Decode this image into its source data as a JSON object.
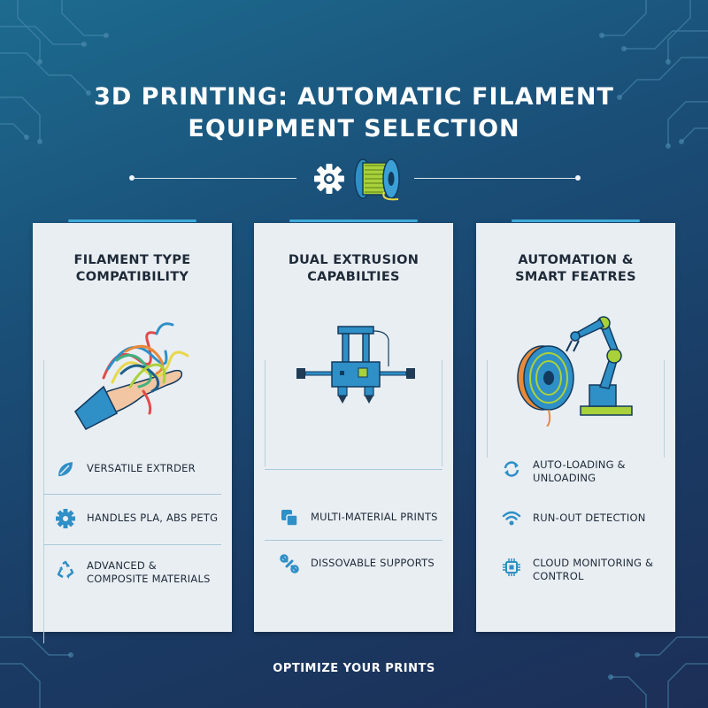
{
  "header": {
    "title_line1": "3D PRINTING: AUTOMATIC FILAMENT",
    "title_line2": "EQUIPMENT SELECTION",
    "gear_icon": "gear-icon",
    "spool_icon": "filament-spool-icon"
  },
  "colors": {
    "accent": "#3fa9d8",
    "card_bg": "#e9eef3",
    "text_dark": "#1e2a38",
    "icon_blue": "#2f8fc7",
    "lime": "#b5d334"
  },
  "cards": [
    {
      "title_line1": "FILAMENT TYPE",
      "title_line2": "COMPATIBILITY",
      "illustration": "hand-holding-filament",
      "features": [
        {
          "icon": "leaf-icon",
          "text": "VERSATILE EXTRDER"
        },
        {
          "icon": "gear-icon",
          "text": "HANDLES PLA, ABS PETG"
        },
        {
          "icon": "recycle-icon",
          "text": "ADVANCED & COMPOSITE MATERIALS"
        }
      ]
    },
    {
      "title_line1": "DUAL EXTRUSION",
      "title_line2": "CAPABILTIES",
      "illustration": "dual-extruder",
      "features": [
        {
          "icon": "layers-icon",
          "text": "MULTI-MATERIAL PRINTS"
        },
        {
          "icon": "wrench-icon",
          "text": "DISSOVABLE SUPPORTS"
        }
      ]
    },
    {
      "title_line1": "AUTOMATION &",
      "title_line2": "SMART FEATRES",
      "illustration": "robot-arm-spool",
      "features": [
        {
          "icon": "refresh-icon",
          "text": "AUTO-LOADING & UNLOADING"
        },
        {
          "icon": "wifi-icon",
          "text": "RUN-OUT DETECTION"
        },
        {
          "icon": "chip-icon",
          "text": "CLOUD MONITORING & CONTROL"
        }
      ]
    }
  ],
  "footer": {
    "text": "OPTIMIZE YOUR PRINTS"
  }
}
